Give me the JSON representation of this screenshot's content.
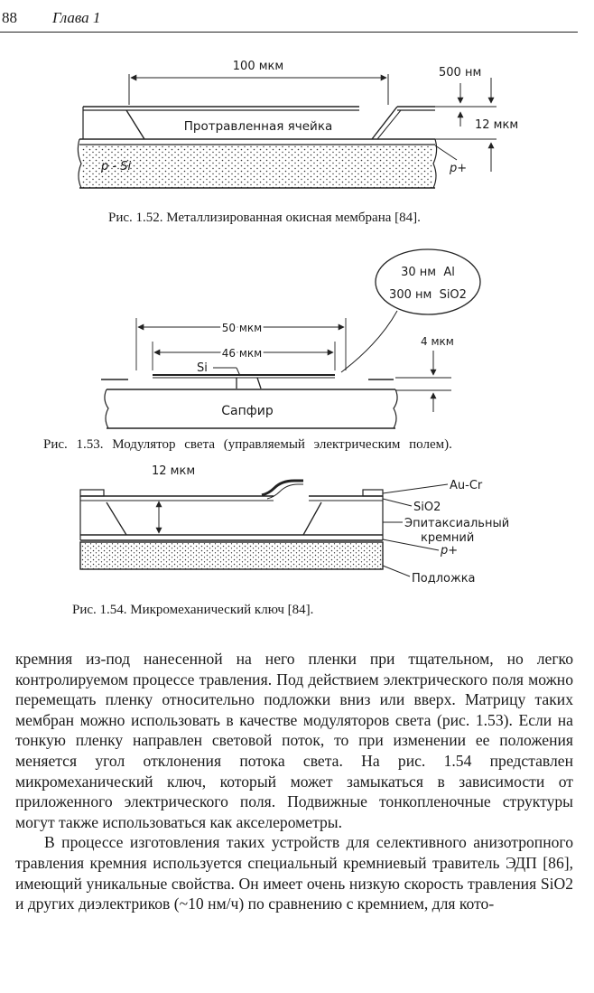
{
  "header": {
    "page_number": "88",
    "chapter": "Глава 1"
  },
  "figures": {
    "fig152": {
      "dim_width": "100 мкм",
      "dim_metal": "500 нм",
      "dim_depth": "12 мкм",
      "cell_label": "Протравленная ячейка",
      "substrate_label": "p - Si",
      "doped_label": "p+",
      "caption": "Рис. 1.52. Металлизированная окисная мембрана [84]."
    },
    "fig153": {
      "bubble_line1": "30 нм  Al",
      "bubble_line2": "300 нм  SiO2",
      "dim_outer": "50 мкм",
      "dim_inner": "46 мкм",
      "dim_gap": "4 мкм",
      "si_label": "Si",
      "sapphire_label": "Сапфир",
      "caption": "Рис. 1.53. Модулятор света (управляемый электрическим полем)."
    },
    "fig154": {
      "dim_depth": "12 мкм",
      "label_aucr": "Au-Cr",
      "label_sio2": "SiO2",
      "label_epi1": "Эпитаксиальный",
      "label_epi2": "кремний",
      "label_p": "p+",
      "label_sub": "Подложка",
      "caption": "Рис. 1.54. Микромеханический ключ [84]."
    }
  },
  "body": {
    "paragraph1": "кремния из-под нанесенной на него пленки при тщательном, но легко контролируемом процессе травления. Под действием электрического поля можно перемещать пленку относительно подложки вниз или вверх. Матрицу таких мембран можно использовать в качестве модуляторов света (рис. 1.53). Если на тонкую пленку направлен световой поток, то при изменении ее положения меняется угол отклонения потока света. На рис. 1.54 представлен микромеханический ключ, который может замыкаться в зависимости от приложенного электрического поля. Подвижные тонкопленочные структуры могут также использоваться как акселерометры.",
    "paragraph2": "В процессе изготовления таких устройств для селективного анизотропного травления кремния используется специальный кремниевый травитель ЭДП [86], имеющий уникальные свойства. Он имеет очень низкую скорость травления SiO2 и других диэлектриков (~10 нм/ч) по сравнению с кремнием, для кото-"
  }
}
